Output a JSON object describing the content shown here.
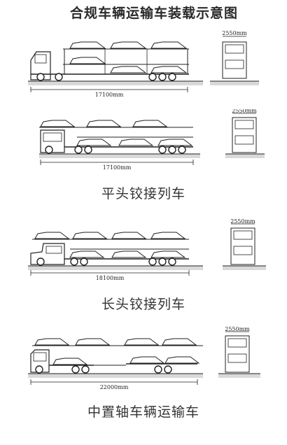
{
  "title": "合规车辆运输车装载示意图",
  "diagrams": [
    {
      "length_label": "17100mm",
      "width_label": "2550mm",
      "caption": ""
    },
    {
      "length_label": "17100mm",
      "width_label": "2550mm",
      "caption": "平头铰接列车"
    },
    {
      "length_label": "18100mm",
      "width_label": "2550mm",
      "caption": "长头铰接列车"
    },
    {
      "length_label": "22000mm",
      "width_label": "2550mm",
      "caption": "中置轴车辆运输车"
    }
  ],
  "colors": {
    "line": "#222222",
    "ground": "#9a9a9a"
  }
}
